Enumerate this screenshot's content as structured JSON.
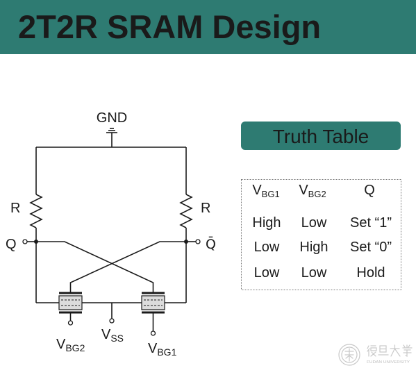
{
  "slide": {
    "title": "2T2R SRAM Design",
    "colors": {
      "header_bg": "#2E7B72",
      "title": "#F5C443",
      "table_header_bg": "#2E7B72",
      "table_header_text": "#FFFFFF"
    }
  },
  "circuit": {
    "gnd_label": "GND",
    "resistor_left_label": "R",
    "resistor_right_label": "R",
    "q_label": "Q",
    "qbar_label": "Q̄",
    "vss": {
      "main": "V",
      "sub": "SS"
    },
    "vbg2": {
      "main": "V",
      "sub": "BG2"
    },
    "vbg1": {
      "main": "V",
      "sub": "BG1"
    }
  },
  "truth_table": {
    "title": "Truth Table",
    "headers": [
      {
        "main": "V",
        "sub": "BG1"
      },
      {
        "main": "V",
        "sub": "BG2"
      },
      {
        "main": "Q"
      }
    ],
    "rows": [
      {
        "cells": [
          "High",
          "Low",
          "Set “1”"
        ],
        "color": "#2E3192"
      },
      {
        "cells": [
          "Low",
          "High",
          "Set “0”"
        ],
        "color": "#56A838"
      },
      {
        "cells": [
          "Low",
          "Low",
          "Hold"
        ],
        "color": "#E8572A"
      }
    ]
  },
  "logo": {
    "name_cn": "復旦大學",
    "name_en": "FUDAN UNIVERSITY"
  }
}
